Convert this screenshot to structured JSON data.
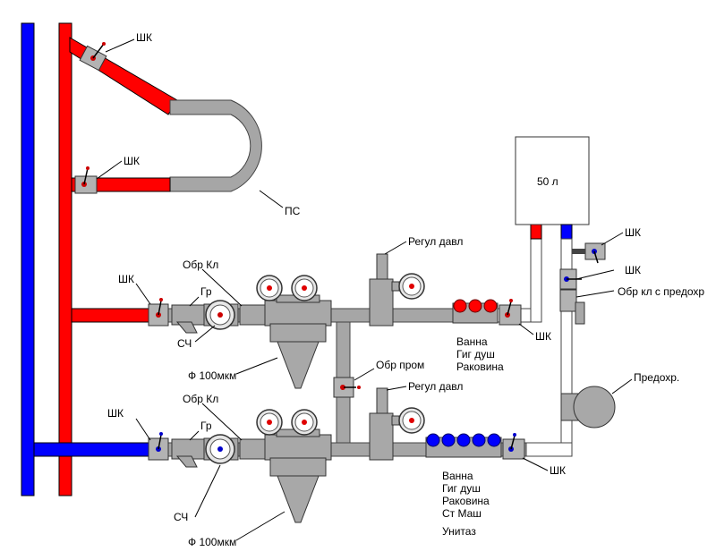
{
  "colors": {
    "hot": "#ff0000",
    "cold": "#0000ff",
    "pipe": "#a6a6a6",
    "outline": "#333333"
  },
  "labels": {
    "shk_top1": "ШК",
    "shk_top2": "ШК",
    "ps": "ПС",
    "boiler": "50 л",
    "regul_top": "Регул давл",
    "shk_boiler1": "ШК",
    "shk_boiler2": "ШК",
    "obr_kl_predohr": "Обр кл с предохр",
    "shk_hot_in": "ШК",
    "obr_kl_hot": "Обр Кл",
    "gr_hot": "Гр",
    "sch_hot": "СЧ",
    "f100_hot": "Ф 100мкм",
    "shk_hot_out": "ШК",
    "obr_prom": "Обр пром",
    "regul_bottom": "Регул давл",
    "predohr": "Предохр.",
    "shk_cold_in": "ШК",
    "obr_kl_cold": "Обр Кл",
    "gr_cold": "Гр",
    "sch_cold": "СЧ",
    "f100_cold": "Ф 100мкм",
    "shk_cold_out": "ШК"
  },
  "hot_consumers": [
    "Ванна",
    "Гиг душ",
    "Раковина"
  ],
  "cold_consumers": [
    "Ванна",
    "Гиг душ",
    "Раковина",
    "Ст Маш",
    "Унитаз"
  ]
}
